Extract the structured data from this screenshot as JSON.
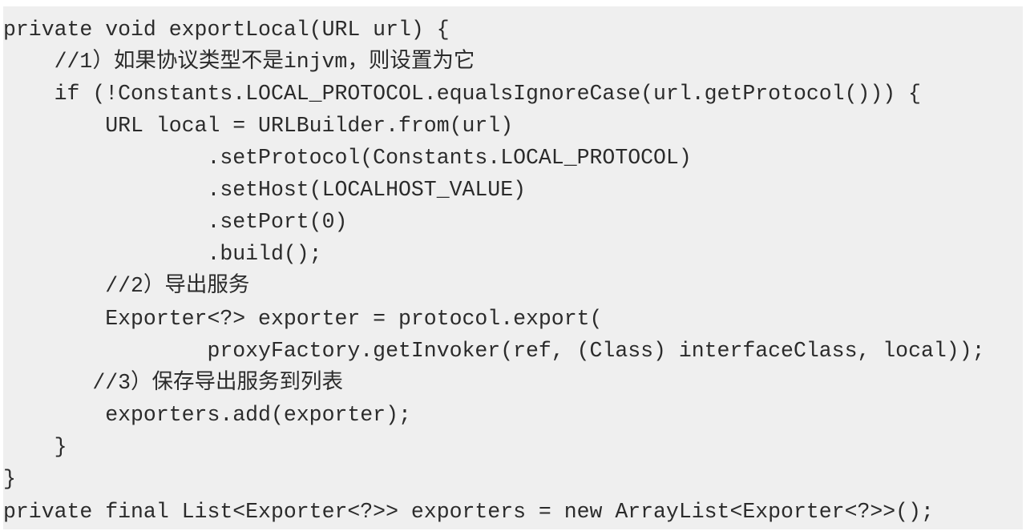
{
  "code": {
    "lines": [
      "private void exportLocal(URL url) {",
      "    //1）如果协议类型不是injvm，则设置为它",
      "    if (!Constants.LOCAL_PROTOCOL.equalsIgnoreCase(url.getProtocol())) {",
      "        URL local = URLBuilder.from(url)",
      "                .setProtocol(Constants.LOCAL_PROTOCOL)",
      "                .setHost(LOCALHOST_VALUE)",
      "                .setPort(0)",
      "                .build();",
      "        //2）导出服务",
      "        Exporter<?> exporter = protocol.export(",
      "                proxyFactory.getInvoker(ref, (Class) interfaceClass, local));",
      "       //3）保存导出服务到列表",
      "        exporters.add(exporter);",
      "    }",
      "}",
      "private final List<Exporter<?>> exporters = new ArrayList<Exporter<?>>();"
    ]
  }
}
